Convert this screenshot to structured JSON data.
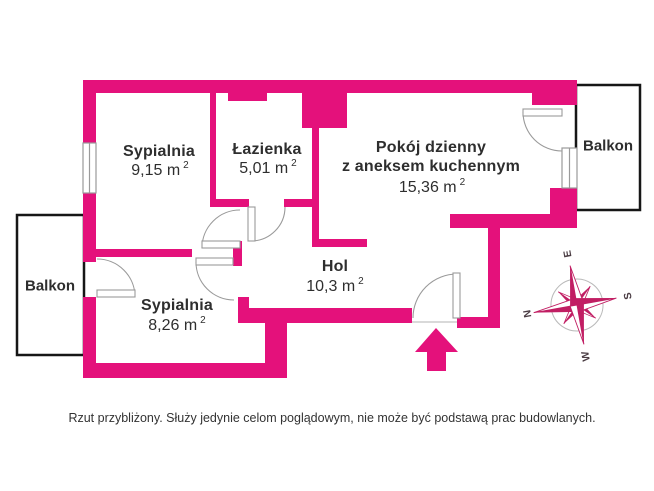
{
  "plan": {
    "rooms": [
      {
        "name": "Sypialnia",
        "area": "9,15 m",
        "area_sup": "2"
      },
      {
        "name": "Łazienka",
        "area": "5,01 m",
        "area_sup": "2"
      },
      {
        "name": "Pokój dzienny",
        "subname": "z aneksem kuchennym",
        "area": "15,36 m",
        "area_sup": "2"
      },
      {
        "name": "Hol",
        "area": "10,3 m",
        "area_sup": "2"
      },
      {
        "name": "Sypialnia",
        "area": "8,26 m",
        "area_sup": "2"
      }
    ],
    "balconies": [
      {
        "label": "Balkon"
      },
      {
        "label": "Balkon"
      }
    ],
    "compass": {
      "n": "N",
      "e": "E",
      "s": "S",
      "w": "W"
    },
    "caption": "Rzut przybliżony. Służy jedynie celom poglądowym, nie może być podstawą prac budowlanych.",
    "colors": {
      "wall": "#e4117b",
      "compass": "#c11e63",
      "door": "#9a9a9a",
      "balcony": "#161616",
      "text": "#2e2e2e",
      "caption": "#333333",
      "compass_letter": "#4b3d44"
    }
  }
}
